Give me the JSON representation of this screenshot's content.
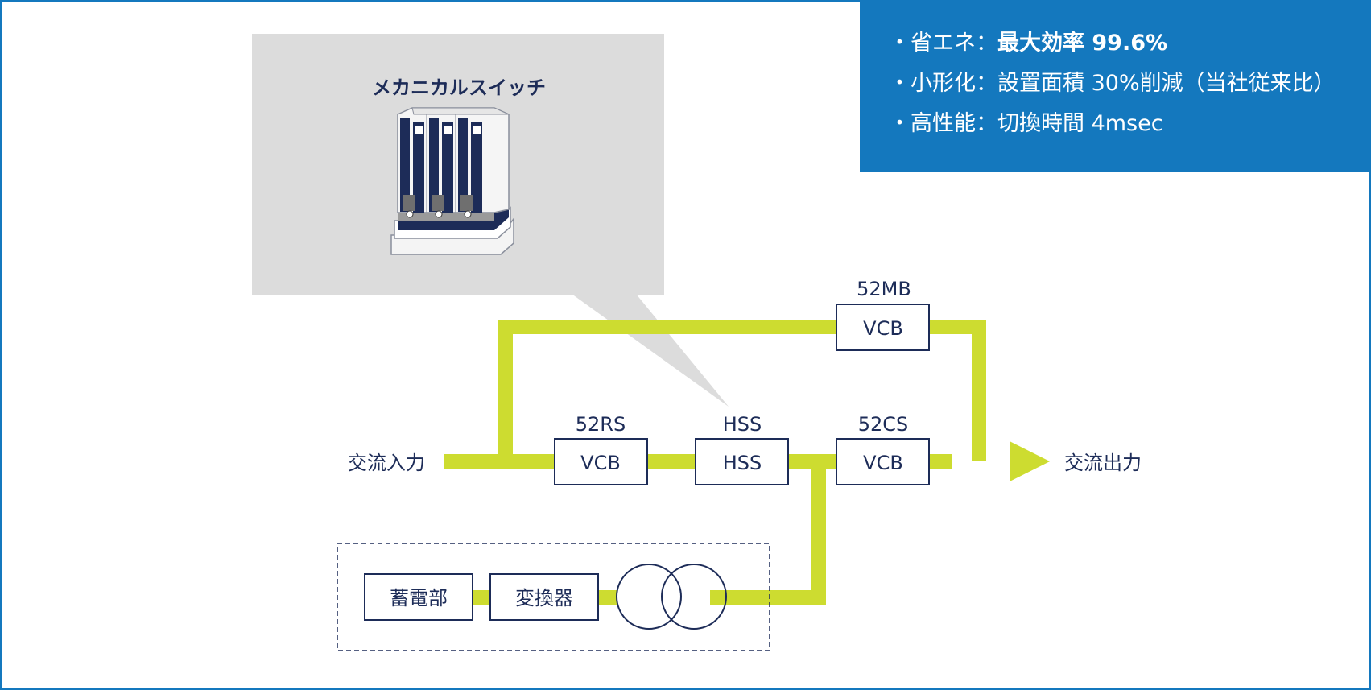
{
  "colors": {
    "frame": "#1478be",
    "line": "#cddc30",
    "box_border": "#1d2c58",
    "text": "#1d2c58",
    "info_bg": "#1478be",
    "callout_bg": "#dcdcdc"
  },
  "info": {
    "rows": [
      {
        "prefix": "・省エネ：",
        "highlight": "最大効率 99.6%"
      },
      {
        "prefix": "・小形化：",
        "highlight": "",
        "rest": "設置面積 30%削減（当社従来比）"
      },
      {
        "prefix": "・高性能：",
        "highlight": "",
        "rest": "切換時間 4msec"
      }
    ]
  },
  "callout": {
    "title": "メカニカルスイッチ",
    "image": "mechanical-switch-illustration"
  },
  "diagram": {
    "input_label": "交流入力",
    "output_label": "交流出力",
    "boxes": {
      "rs": {
        "tag": "52RS",
        "label": "VCB"
      },
      "hss": {
        "tag": "HSS",
        "label": "HSS"
      },
      "cs": {
        "tag": "52CS",
        "label": "VCB"
      },
      "mb": {
        "tag": "52MB",
        "label": "VCB"
      }
    },
    "storage": {
      "battery": "蓄電部",
      "converter": "変換器",
      "transformer": "transformer-symbol"
    }
  }
}
